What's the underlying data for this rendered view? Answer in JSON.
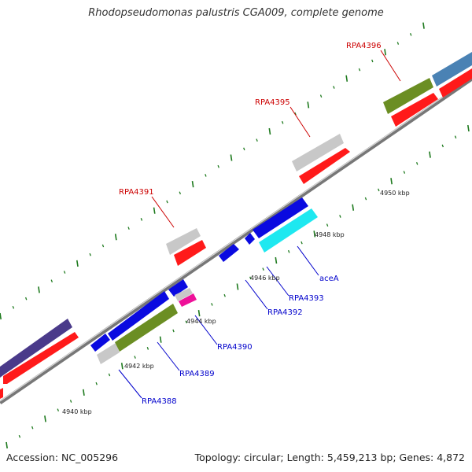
{
  "title": "Rhodopseudomonas palustris CGA009, complete genome",
  "footer": {
    "accession": "Accession: NC_005296",
    "summary": "Topology: circular; Length: 5,459,213 bp; Genes: 4,872"
  },
  "colors": {
    "forward_label": "#cc0000",
    "reverse_label": "#0000cc",
    "backbone": "#777777",
    "tick": "#1e7a1e",
    "red": "#ff1a1a",
    "gray": "#c8c8c8",
    "green": "#6b8e23",
    "blue": "#0a0ae0",
    "cyan": "#1ee8f0",
    "navy": "#4a3a8a",
    "steelblue": "#4a82b4",
    "magenta": "#ee1199"
  },
  "scale_labels": [
    "4940 kbp",
    "4942 kbp",
    "4944 kbp",
    "4946 kbp",
    "4948 kbp",
    "4950 kbp"
  ],
  "forward_gene_labels": [
    "RPA4391",
    "RPA4395",
    "RPA4396"
  ],
  "reverse_gene_labels": [
    "RPA4388",
    "RPA4389",
    "RPA4390",
    "RPA4392",
    "RPA4393",
    "aceA"
  ]
}
